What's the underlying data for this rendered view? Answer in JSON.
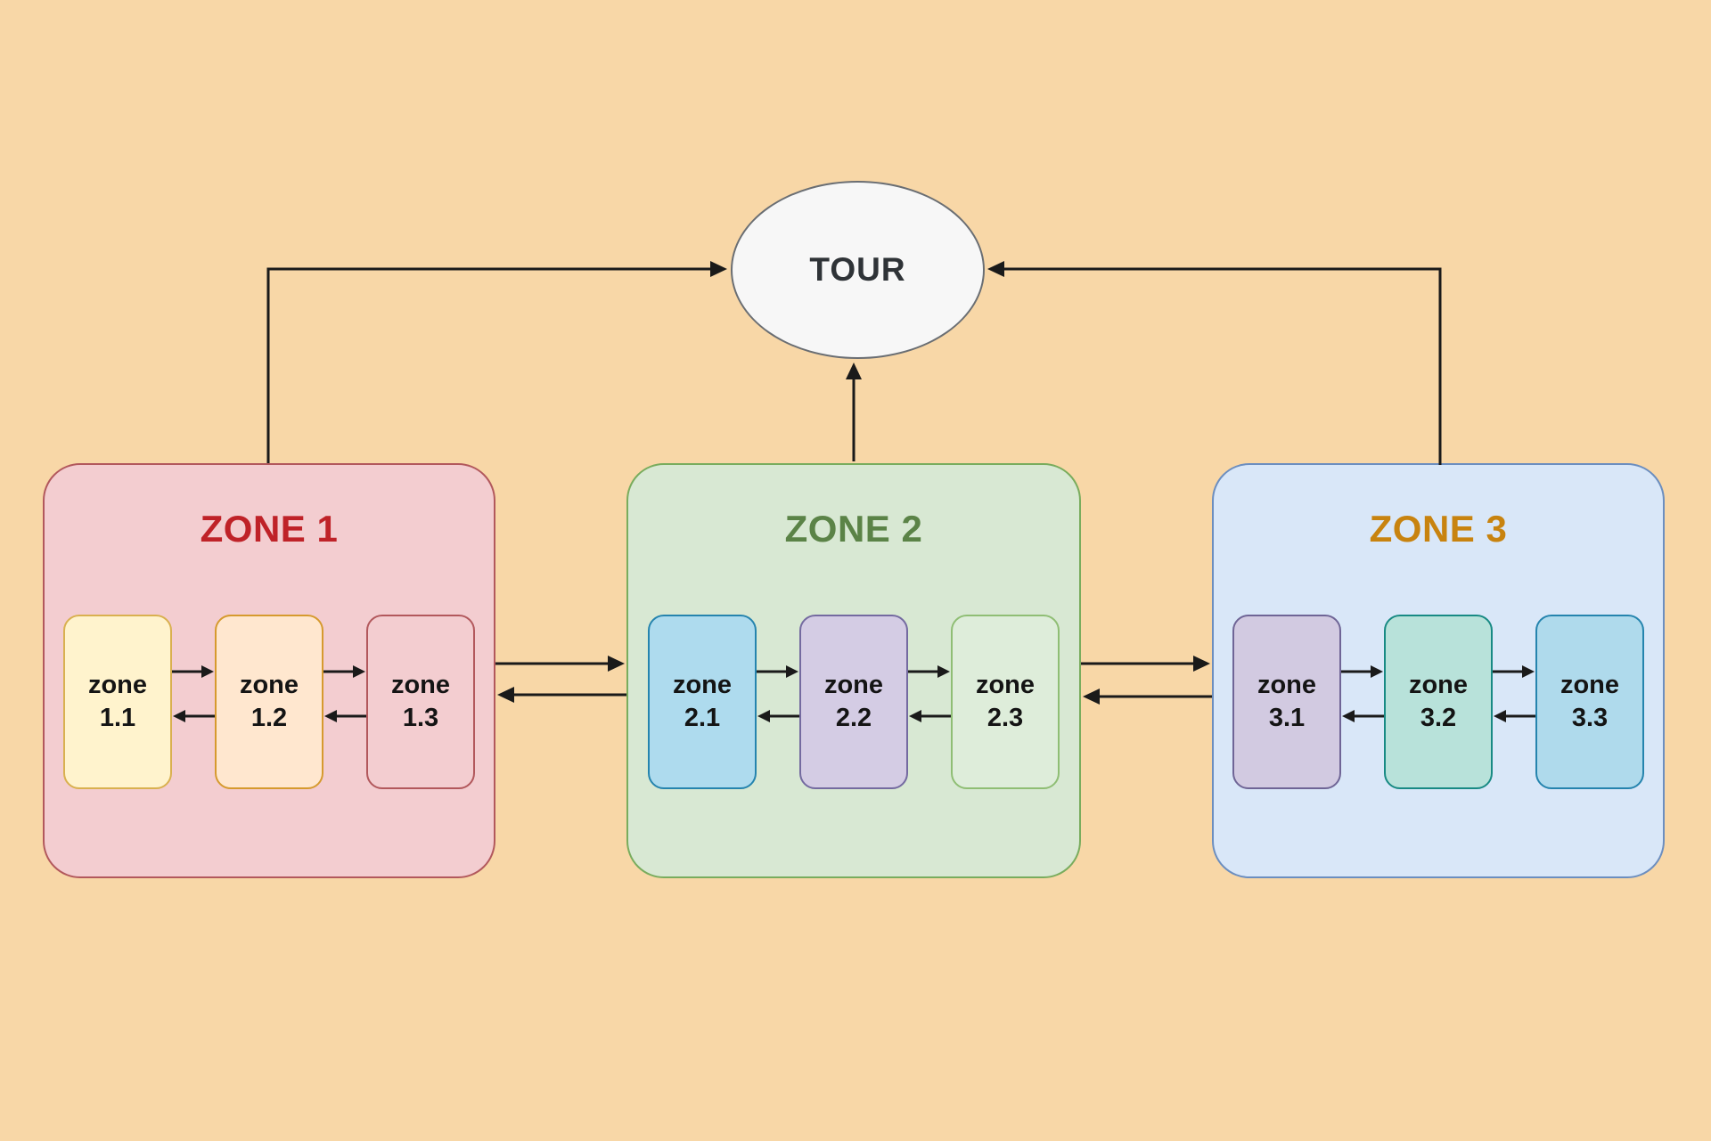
{
  "canvas": {
    "background": "#F8D7A7",
    "line_color": "#1A1A1A"
  },
  "tour": {
    "label": "TOUR",
    "fill": "#F7F7F7",
    "border": "#6A6E73",
    "text_color": "#2F3337"
  },
  "zones": [
    {
      "label": "ZONE 1",
      "fill": "#F3CDD0",
      "border": "#B2585C",
      "title_color": "#BF2228",
      "boxes": [
        {
          "label": "zone 1.1",
          "fill": "#FFF3CD",
          "border": "#D9B04F"
        },
        {
          "label": "zone 1.2",
          "fill": "#FFE7CF",
          "border": "#D69A2E"
        },
        {
          "label": "zone 1.3",
          "fill": "#F3CDD0",
          "border": "#B2585C"
        }
      ]
    },
    {
      "label": "ZONE 2",
      "fill": "#D8E8D3",
      "border": "#79AC5D",
      "title_color": "#5B8347",
      "boxes": [
        {
          "label": "zone 2.1",
          "fill": "#AEDBEE",
          "border": "#2584AE"
        },
        {
          "label": "zone 2.2",
          "fill": "#D4CCE4",
          "border": "#746AA0"
        },
        {
          "label": "zone 2.3",
          "fill": "#DEEDDA",
          "border": "#8FBE74"
        }
      ]
    },
    {
      "label": "ZONE 3",
      "fill": "#D9E7F8",
      "border": "#6C8EBF",
      "title_color": "#C8830F",
      "boxes": [
        {
          "label": "zone 3.1",
          "fill": "#D2CAE1",
          "border": "#6F6596"
        },
        {
          "label": "zone 3.2",
          "fill": "#B8E2DA",
          "border": "#188A84"
        },
        {
          "label": "zone 3.3",
          "fill": "#AFDAEC",
          "border": "#2584AE"
        }
      ]
    }
  ]
}
